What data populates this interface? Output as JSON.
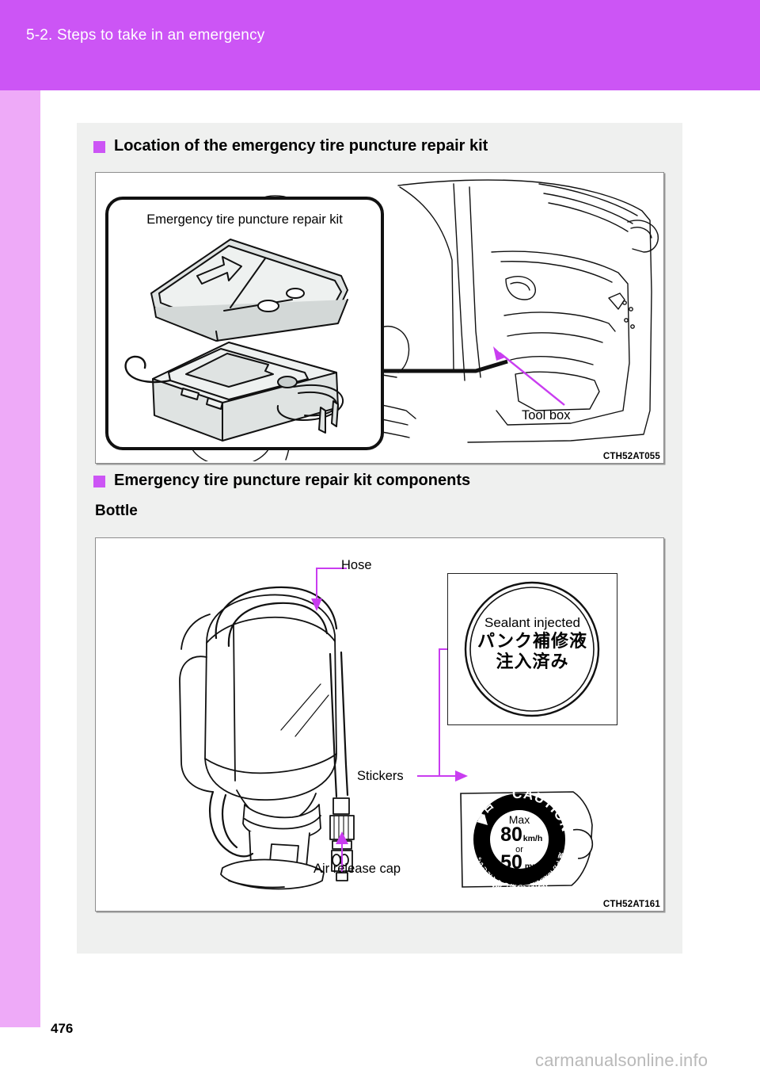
{
  "header": {
    "chapter_title": "5-2. Steps to take in an emergency",
    "band_color": "#cc55f5",
    "rail_color": "#eeaaf8"
  },
  "sections": [
    {
      "id": "location",
      "bullet_color": "#cc55f5",
      "title": "Location of the emergency tire puncture repair kit",
      "figure": {
        "code": "CTH52AT055",
        "callout_label": "Emergency tire puncture repair kit",
        "labels": [
          {
            "name": "tool-box",
            "text": "Tool box"
          }
        ]
      }
    },
    {
      "id": "components",
      "bullet_color": "#cc55f5",
      "title": "Emergency tire puncture repair kit components",
      "subheading": "Bottle",
      "figure": {
        "code": "CTH52AT161",
        "labels": [
          {
            "name": "hose",
            "text": "Hose"
          },
          {
            "name": "stickers",
            "text": "Stickers"
          },
          {
            "name": "air-release-cap",
            "text": "Air release cap"
          }
        ],
        "sticker_sealant": {
          "line_en": "Sealant injected",
          "line_jp_1": "パンク補修液",
          "line_jp_2": "注入済み"
        },
        "sticker_caution": {
          "warning_jp": "警告",
          "warning_en": "CAUTION",
          "max_label": "Max",
          "speed_kmh_value": "80",
          "speed_kmh_unit": "km/h",
          "or": "or",
          "speed_mph_value": "50",
          "speed_mph_unit": "mph",
          "bottom_jp": "速やかに販売店へ移動してください。",
          "bottom_en": "Go to a dealer immediately."
        }
      }
    }
  ],
  "footer": {
    "page_number": "476",
    "watermark": "carmanualsonline.info"
  }
}
